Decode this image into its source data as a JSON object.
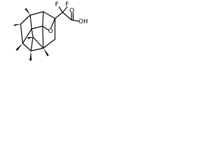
{
  "molecule": {
    "atoms": {
      "f1": "F",
      "f2": "F",
      "o_ring": "O",
      "o_acid": "O",
      "oh_acid": "OH"
    },
    "colors": {
      "bond": "#000000",
      "label": "#000000"
    }
  }
}
